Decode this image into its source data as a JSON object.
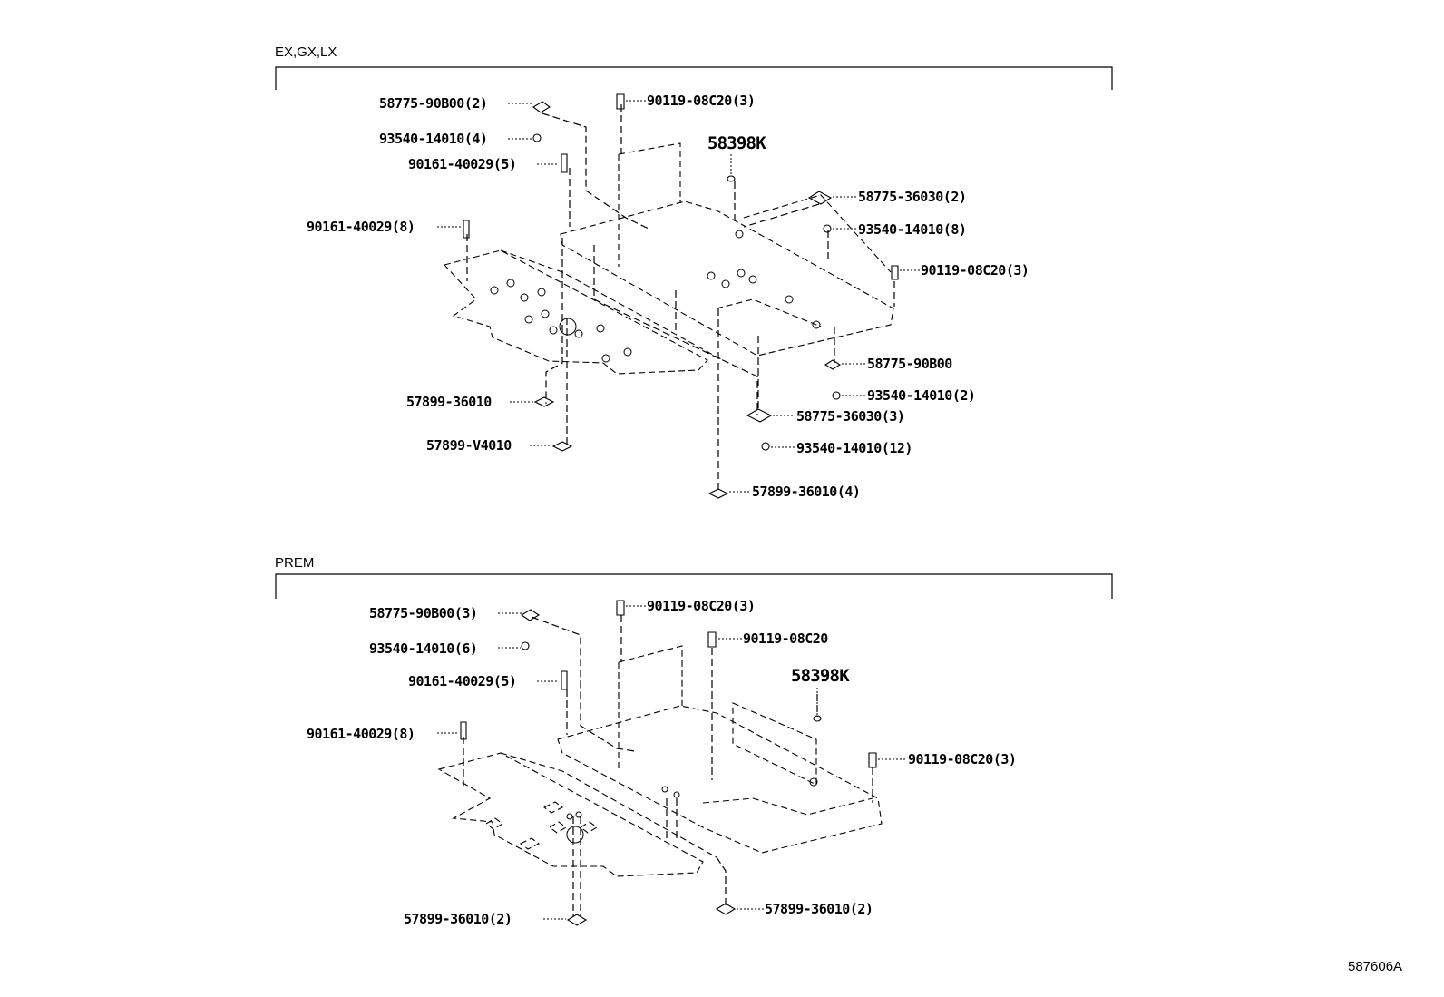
{
  "diagram_id": "587606A",
  "sections": [
    {
      "id": "ex-gx-lx",
      "title": "EX,GX,LX",
      "labels": [
        {
          "id": "l1",
          "text": "58775-90B00(2)"
        },
        {
          "id": "l2",
          "text": "93540-14010(4)"
        },
        {
          "id": "l3",
          "text": "90161-40029(5)"
        },
        {
          "id": "l4",
          "text": "90161-40029(8)"
        },
        {
          "id": "l5",
          "text": "90119-08C20(3)"
        },
        {
          "id": "l6",
          "text": "58398K"
        },
        {
          "id": "l7",
          "text": "58775-36030(2)"
        },
        {
          "id": "l8",
          "text": "93540-14010(8)"
        },
        {
          "id": "l9",
          "text": "90119-08C20(3)"
        },
        {
          "id": "l10",
          "text": "58775-90B00"
        },
        {
          "id": "l11",
          "text": "93540-14010(2)"
        },
        {
          "id": "l12",
          "text": "58775-36030(3)"
        },
        {
          "id": "l13",
          "text": "93540-14010(12)"
        },
        {
          "id": "l14",
          "text": "57899-36010"
        },
        {
          "id": "l15",
          "text": "57899-V4010"
        },
        {
          "id": "l16",
          "text": "57899-36010(4)"
        }
      ]
    },
    {
      "id": "prem",
      "title": "PREM",
      "labels": [
        {
          "id": "l1",
          "text": "58775-90B00(3)"
        },
        {
          "id": "l2",
          "text": "93540-14010(6)"
        },
        {
          "id": "l3",
          "text": "90161-40029(5)"
        },
        {
          "id": "l4",
          "text": "90161-40029(8)"
        },
        {
          "id": "l5",
          "text": "90119-08C20(3)"
        },
        {
          "id": "l6",
          "text": "90119-08C20"
        },
        {
          "id": "l7",
          "text": "58398K"
        },
        {
          "id": "l8",
          "text": "90119-08C20(3)"
        },
        {
          "id": "l9",
          "text": "57899-36010(2)"
        },
        {
          "id": "l10",
          "text": "57899-36010(2)"
        }
      ]
    }
  ]
}
